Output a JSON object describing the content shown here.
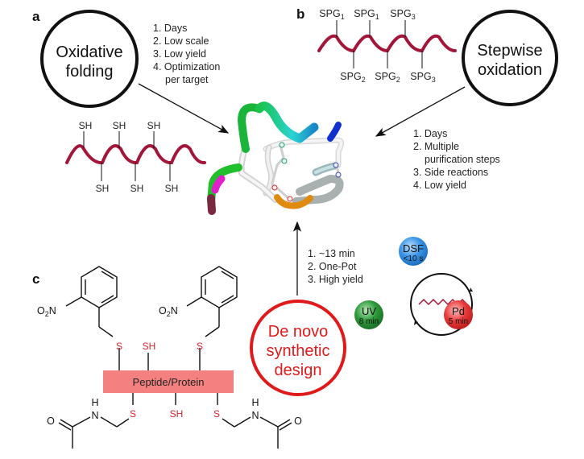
{
  "panels": {
    "a": {
      "letter": "a",
      "circle_line1": "Oxidative",
      "circle_line2": "folding",
      "list": [
        "1. Days",
        "2. Low scale",
        "3. Low yield",
        "4. Optimization",
        "per target"
      ],
      "top_labels": [
        "SH",
        "SH",
        "SH"
      ],
      "bottom_labels": [
        "SH",
        "SH",
        "SH"
      ]
    },
    "b": {
      "letter": "b",
      "circle_line1": "Stepwise",
      "circle_line2": "oxidation",
      "top_labels": [
        {
          "base": "SPG",
          "sub": "1"
        },
        {
          "base": "SPG",
          "sub": "1"
        },
        {
          "base": "SPG",
          "sub": "3"
        }
      ],
      "bottom_labels": [
        {
          "base": "SPG",
          "sub": "2"
        },
        {
          "base": "SPG",
          "sub": "2"
        },
        {
          "base": "SPG",
          "sub": "3"
        }
      ],
      "list": [
        "1. Days",
        "2. Multiple",
        "purification steps",
        "3. Side reactions",
        "4. Low yield"
      ]
    },
    "c": {
      "letter": "c",
      "circle_line1": "De novo",
      "circle_line2": "synthetic",
      "circle_line3": "design",
      "list": [
        "1. ~13 min",
        "2. One-Pot",
        "3. High yield"
      ],
      "box_label": "Peptide/Protein",
      "top_substituents": [
        "S",
        "SH",
        "S"
      ],
      "bottom_substituents": [
        "S",
        "SH",
        "S"
      ],
      "nitro_label": {
        "pre": "O",
        "sub": "2",
        "post": "N"
      },
      "amide": {
        "o": "O",
        "h": "H",
        "n": "N"
      },
      "cycle": {
        "dsf": {
          "label": "DSF",
          "time": "<10 s"
        },
        "pd": {
          "label": "Pd",
          "time": "5 min"
        },
        "uv": {
          "label": "UV",
          "time": "8 min"
        }
      }
    }
  },
  "colors": {
    "peptide_backbone": "#a3163a",
    "red_accent": "#e01a1a",
    "box_fill": "#f48080",
    "dsf_blue": "#3a95e6",
    "pd_red": "#e83b3b",
    "uv_green": "#2d9a3a"
  }
}
